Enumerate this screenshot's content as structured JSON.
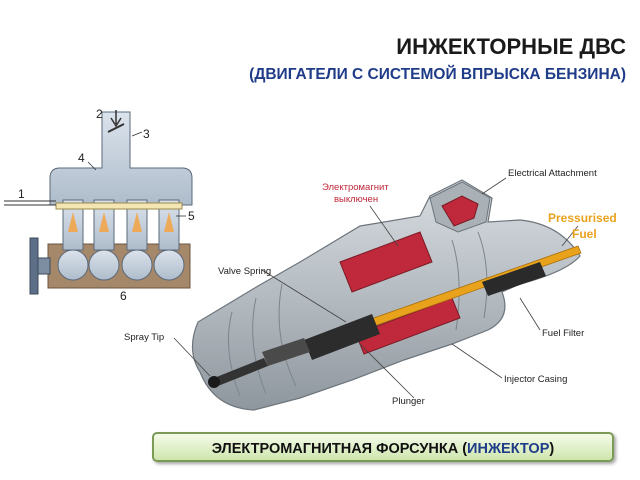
{
  "header": {
    "title": "ИНЖЕКТОРНЫЕ ДВС",
    "subtitle": "(ДВИГАТЕЛИ С СИСТЕМОЙ ВПРЫСКА БЕНЗИНА)"
  },
  "intake_diagram": {
    "labels": [
      "1",
      "2",
      "3",
      "4",
      "5",
      "6"
    ]
  },
  "injector_diagram": {
    "electrical_attachment": "Electrical Attachment",
    "electromagnet_line1": "Электромагнит",
    "electromagnet_line2": "выключен",
    "pressurised_line1": "Pressurised",
    "pressurised_line2": "Fuel",
    "valve_spring": "Valve Spring",
    "fuel_filter": "Fuel Filter",
    "spray_tip": "Spray Tip",
    "injector_casing": "Injector Casing",
    "plunger": "Plunger"
  },
  "banner": {
    "prefix": "ЭЛЕКТРОМАГНИТНАЯ ФОРСУНКА (",
    "highlight": "ИНЖЕКТОР",
    "suffix": ")"
  },
  "colors": {
    "subtitle": "#1f3c88",
    "coil_red": "#c0283b",
    "fuel_orange": "#e9a21c",
    "manifold_blue": "#b9c6d4",
    "block_brown": "#a5876a"
  }
}
